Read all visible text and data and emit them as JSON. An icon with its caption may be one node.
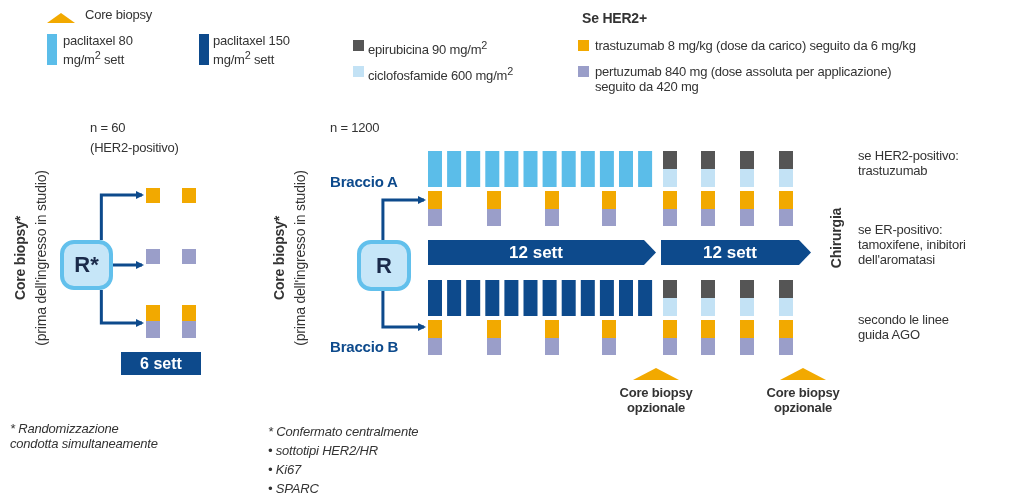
{
  "diagram": {
    "nodes": [
      {
        "text": [
          "R*"
        ]
      },
      {
        "text": [
          "6 sett"
        ]
      },
      {
        "text": [
          "R"
        ]
      },
      {
        "text": [
          "12 sett"
        ]
      },
      {
        "text": [
          "12 sett"
        ]
      },
      {
        "text": [],
        "shape": "picture"
      },
      {
        "text": [],
        "shape": "picture"
      },
      {
        "text": [],
        "shape": "picture"
      },
      {
        "text": [],
        "shape": "picture"
      },
      {
        "text": [],
        "shape": "picture"
      }
    ],
    "edges": [
      {
        "from": 0,
        "to": 5,
        "arrow": "to"
      },
      {
        "from": 0,
        "to": 6,
        "arrow": "to"
      },
      {
        "from": 0,
        "to": 7,
        "arrow": "to"
      },
      {
        "from": 2,
        "to": 8,
        "arrow": "to"
      },
      {
        "from": 2,
        "to": 9,
        "arrow": "to"
      }
    ],
    "labels": [
      "Se HER2+",
      "n = 60",
      "(HER2-positivo)",
      "Core biopsy*",
      "(prima dell'ingresso in studio)",
      "n = 1200",
      "Core biopsy*",
      "(prima dell'ingresso in studio)",
      "Braccio A",
      "Braccio B",
      "Chirurgia",
      "se HER2-positivo: trastuzumab",
      "se ER-positivo: tamoxifene, inibitori dell'aromatasi",
      "secondo le linee guida AGO",
      "Core biopsy opzionale",
      "Core biopsy opzionale",
      "* Randomizzazione condotta simultaneamente",
      "* Confermato centralmente",
      "• sottotipi HER2/HR",
      "• Ki67",
      "• SPARC"
    ],
    "legend": [
      {
        "text": "Core biopsy"
      },
      {
        "text": "paclitaxel 80 mg/m$^{2}$ sett",
        "color": "#5bbde9"
      },
      {
        "text": "paclitaxel 150 mg/m$^{2}$ sett",
        "color": "#0d4a8c"
      },
      {
        "text": "epirubicina 90 mg/m$^{2}$",
        "color": "#555555"
      },
      {
        "text": "ciclofosfamide 600 mg/m$^{2}$",
        "color": "#c3e2f5"
      },
      {
        "text": "trastuzumab 8 mg/kg (dose da carico) seguito da 6 mg/kg",
        "color": "#f2a900"
      },
      {
        "text": "pertuzumab 840 mg (dose assoluta per applicazione) seguito da 420 mg",
        "color": "#9a9ec9"
      }
    ]
  }
}
